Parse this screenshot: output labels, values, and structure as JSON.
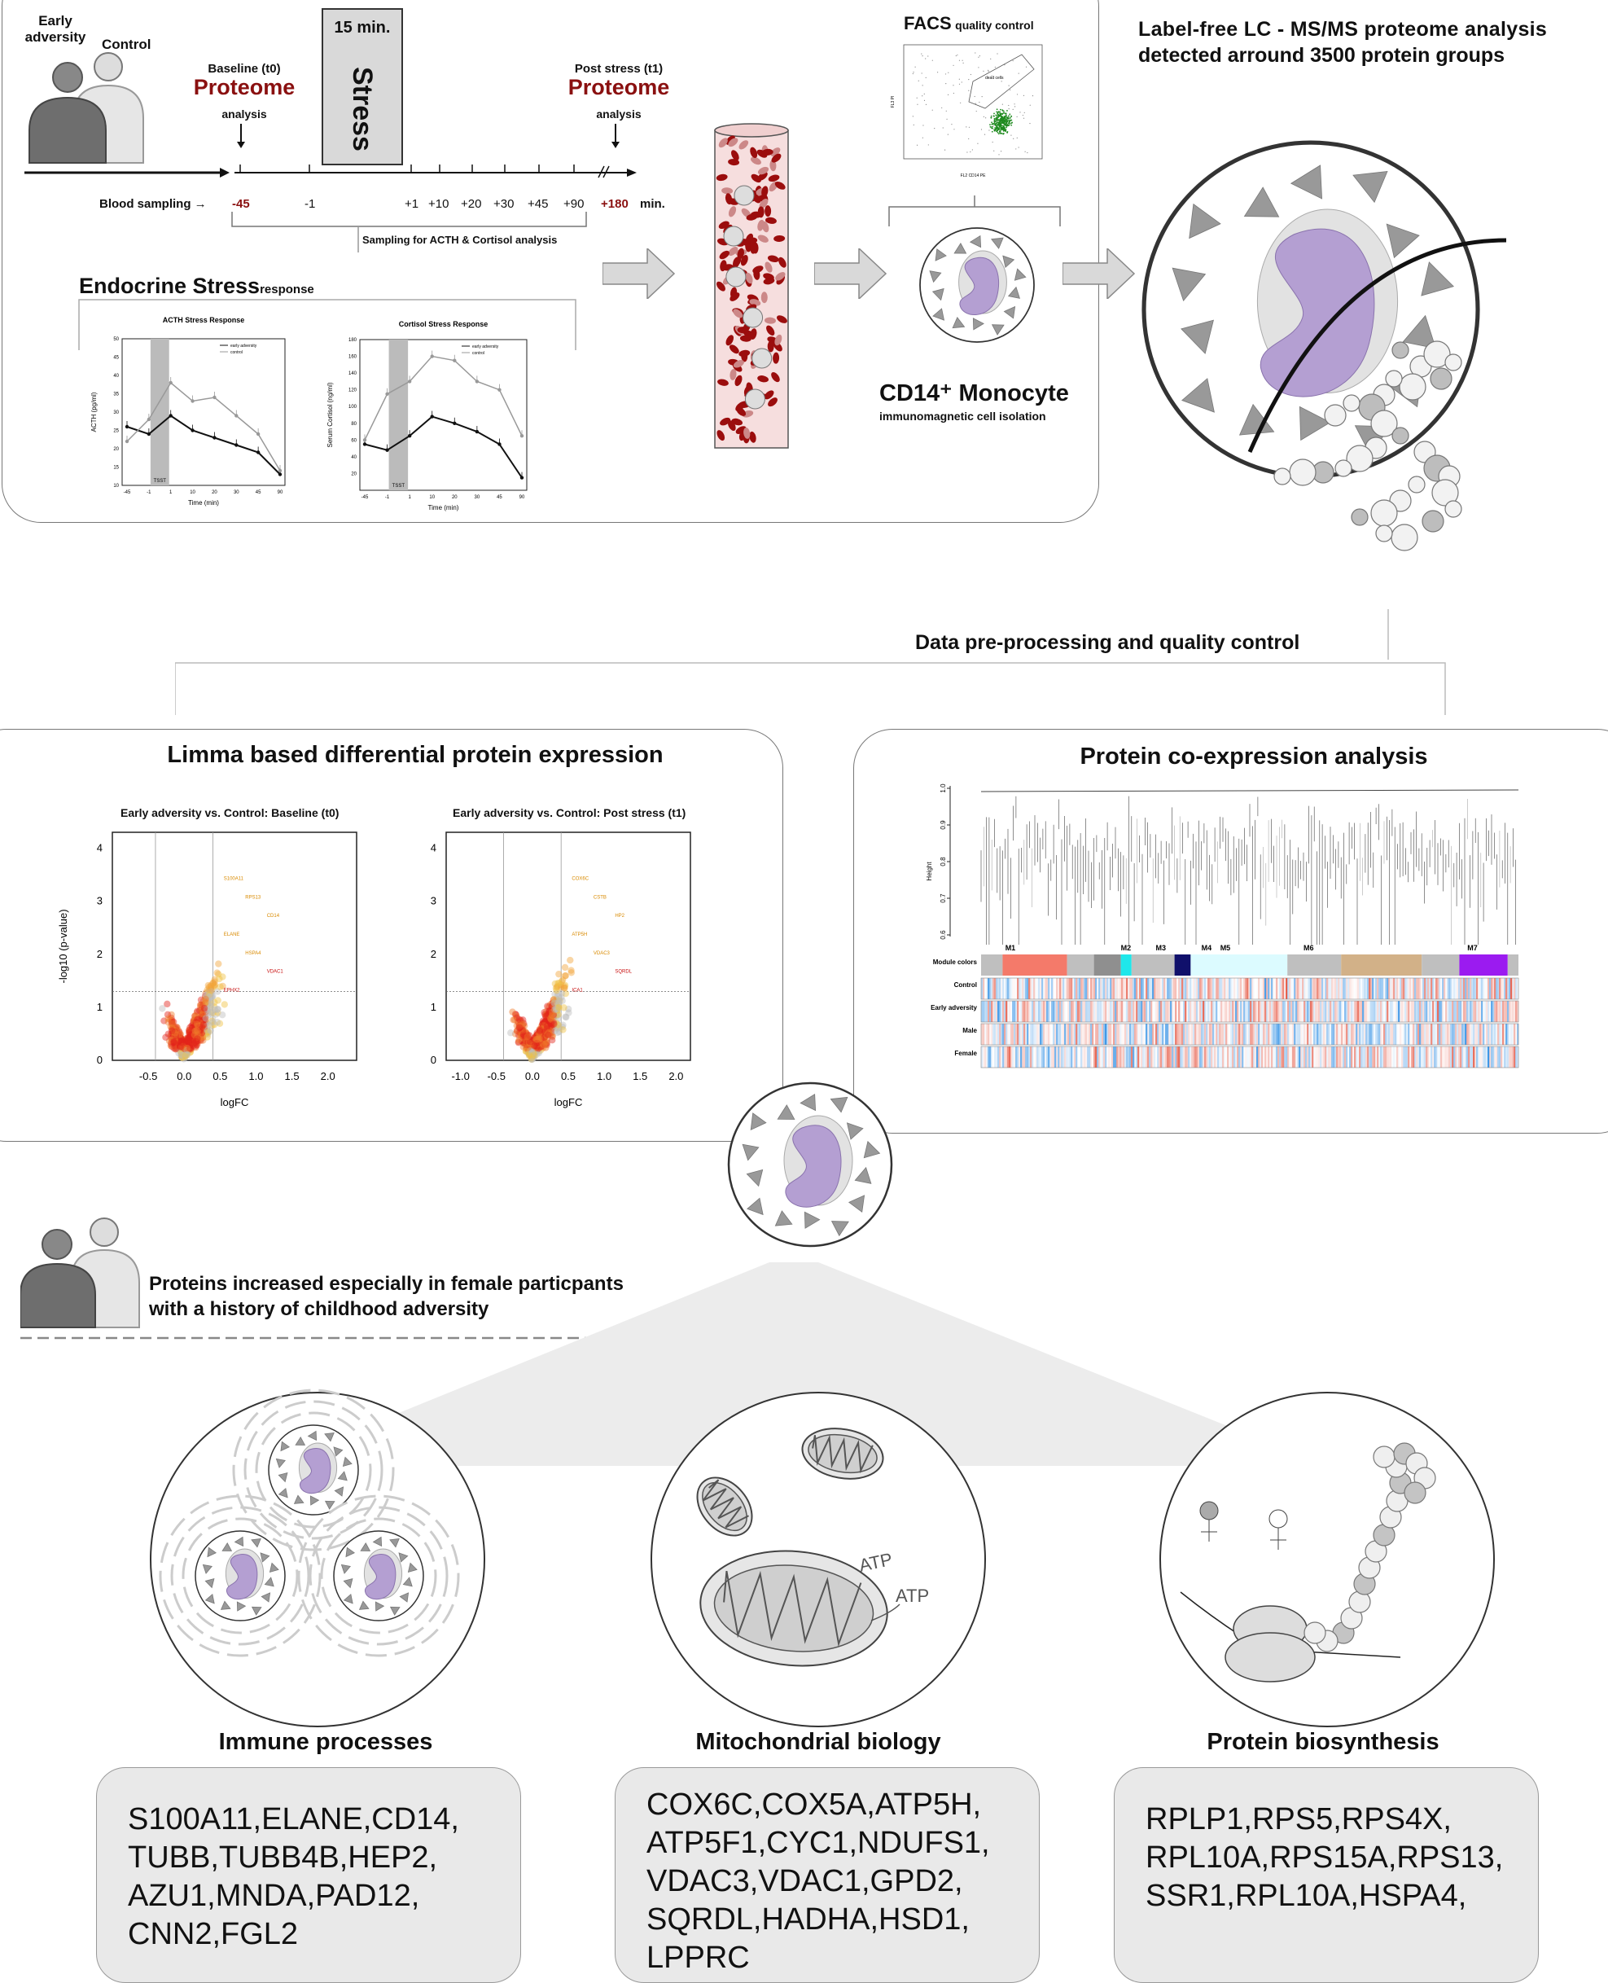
{
  "top": {
    "group_early": "Early adversity",
    "group_control": "Control",
    "baseline_title": "Baseline (t0)",
    "baseline_proteome": "Proteome",
    "baseline_analysis": "analysis",
    "stress_duration": "15 min.",
    "stress_label": "Stress",
    "post_title": "Post stress (t1)",
    "post_proteome": "Proteome",
    "post_analysis": "analysis",
    "blood_sampling": "Blood sampling →",
    "timepoints": [
      "-45",
      "-1",
      "+1",
      "+10",
      "+20",
      "+30",
      "+45",
      "+90",
      "+180"
    ],
    "time_unit": "min.",
    "sampling_note": "Sampling for ACTH & Cortisol analysis",
    "endocrine_title": "Endocrine Stress",
    "endocrine_sub": "response",
    "facs_title": "FACS",
    "facs_sub": "quality control",
    "facs_gate": "dead cells",
    "facs_xlabel": "FL2 CD14 PE",
    "facs_ylabel": "FL3 PI",
    "monocyte_title": "CD14⁺ Monocyte",
    "monocyte_sub": "immunomagnetic cell isolation",
    "labelfree_line1": "Label-free LC - MS/MS proteome analysis",
    "labelfree_line2": "detected arround 3500 protein groups"
  },
  "acth_chart": {
    "title": "ACTH Stress Response",
    "ylabel": "ACTH (pg/ml)",
    "xlabel": "Time (min)",
    "band_label": "TSST",
    "legend": [
      "early adversity",
      "control"
    ]
  },
  "cortisol_chart": {
    "title": "Cortisol Stress Response",
    "ylabel": "Serum Cortisol (ng/ml)",
    "xlabel": "Time (min)",
    "band_label": "TSST",
    "legend": [
      "early adversity",
      "control"
    ]
  },
  "chart_data": [
    {
      "type": "line",
      "title": "ACTH Stress Response",
      "xlabel": "Time (min)",
      "ylabel": "ACTH (pg/ml)",
      "categories": [
        "-45",
        "-1",
        "1",
        "10",
        "20",
        "30",
        "45",
        "90"
      ],
      "ylim": [
        10,
        50
      ],
      "yticks": [
        10,
        15,
        20,
        25,
        30,
        35,
        40,
        45,
        50
      ],
      "series": [
        {
          "name": "early adversity",
          "values": [
            26,
            24,
            29,
            25,
            23,
            21,
            19,
            13
          ],
          "color": "#111111"
        },
        {
          "name": "control",
          "values": [
            22,
            28,
            38,
            33,
            34,
            29,
            24,
            14
          ],
          "color": "#999999"
        }
      ]
    },
    {
      "type": "line",
      "title": "Cortisol Stress Response",
      "xlabel": "Time (min)",
      "ylabel": "Serum Cortisol (ng/ml)",
      "categories": [
        "-45",
        "-1",
        "1",
        "10",
        "20",
        "30",
        "45",
        "90"
      ],
      "ylim": [
        0,
        180
      ],
      "yticks": [
        20,
        40,
        60,
        80,
        100,
        120,
        140,
        160,
        180
      ],
      "series": [
        {
          "name": "early adversity",
          "values": [
            55,
            48,
            65,
            88,
            80,
            70,
            55,
            15
          ],
          "color": "#111111"
        },
        {
          "name": "control",
          "values": [
            60,
            115,
            130,
            160,
            155,
            130,
            120,
            65
          ],
          "color": "#999999"
        }
      ]
    },
    {
      "type": "scatter",
      "title": "Early adversity vs. Control: Baseline (t0)",
      "xlabel": "logFC",
      "ylabel": "-log10 (p-value)",
      "xlim": [
        -1.0,
        2.4
      ],
      "ylim": [
        0,
        4.3
      ],
      "xticks": [
        -0.5,
        0.0,
        0.5,
        1.0,
        1.5,
        2.0
      ],
      "yticks": [
        0,
        1,
        2,
        3,
        4
      ],
      "labels": [
        "S100A11",
        "RPS13",
        "CD14",
        "ELANE",
        "HSPA4",
        "VDAC1",
        "EPHX2"
      ]
    },
    {
      "type": "scatter",
      "title": "Early adversity vs. Control: Post stress (t1)",
      "xlabel": "logFC",
      "ylabel": "",
      "xlim": [
        -1.2,
        2.2
      ],
      "ylim": [
        0,
        4.3
      ],
      "xticks": [
        -1.0,
        -0.5,
        0.0,
        0.5,
        1.0,
        1.5,
        2.0
      ],
      "yticks": [
        0,
        1,
        2,
        3,
        4
      ],
      "labels": [
        "COX6C",
        "CSTB",
        "HP2",
        "ATP5H",
        "VDAC3",
        "SQRDL",
        "ICA1"
      ]
    }
  ],
  "mid": {
    "preprocessing": "Data pre-processing and quality control",
    "limma_title": "Limma based differential protein expression",
    "volcano1_title": "Early adversity vs. Control: Baseline (t0)",
    "volcano2_title": "Early adversity vs. Control: Post stress (t1)",
    "volcano_xlabel": "logFC",
    "volcano_ylabel": "-log10 (p-value)",
    "coexp_title": "Protein co-expression analysis",
    "dendro_ylabel": "Height",
    "dendro_yticks": [
      "1.0",
      "0.9",
      "0.8",
      "0.7",
      "0.6"
    ],
    "modules": [
      "M1",
      "M2",
      "M3",
      "M4",
      "M5",
      "M6",
      "M7"
    ],
    "row_labels": [
      "Module colors",
      "Control",
      "Early adversity",
      "Male",
      "Female"
    ]
  },
  "bottom": {
    "female_note_line1": "Proteins increased  especially in female particpants",
    "female_note_line2": "with a history of childhood adversity",
    "atp_1": "ATP",
    "atp_2": "ATP",
    "immune_title": "Immune processes",
    "immune_genes": [
      "S100A11,ELANE,CD14,",
      "TUBB,TUBB4B,HEP2,",
      "AZU1,MNDA,PAD12,",
      "CNN2,FGL2"
    ],
    "mito_title": "Mitochondrial biology",
    "mito_genes": [
      "COX6C,COX5A,ATP5H,",
      "ATP5F1,CYC1,NDUFS1,",
      "VDAC3,VDAC1,GPD2,",
      "SQRDL,HADHA,HSD1,",
      "LPPRC"
    ],
    "prot_title": "Protein biosynthesis",
    "prot_genes": [
      "RPLP1,RPS5,RPS4X,",
      "RPL10A,RPS15A,RPS13,",
      "SSR1,RPL10A,HSPA4,"
    ]
  }
}
